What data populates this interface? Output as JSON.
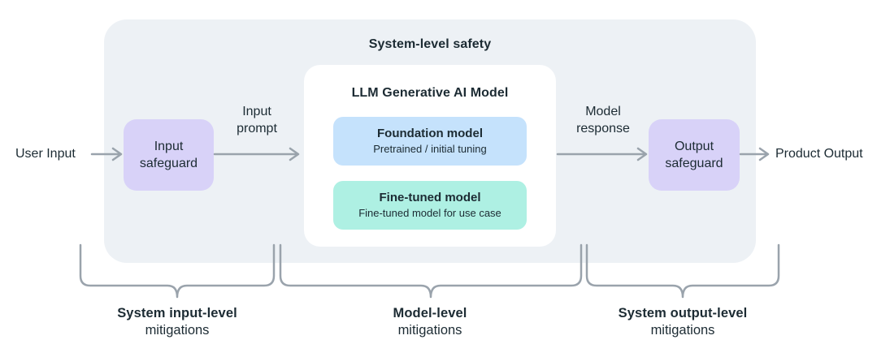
{
  "colors": {
    "canvas_bg": "#ffffff",
    "system_container_bg": "#edf1f5",
    "model_container_bg": "#ffffff",
    "safeguard_bg": "#d8d2f8",
    "foundation_bg": "#c5e2fc",
    "fine_tuned_bg": "#aef0e3",
    "text_dark": "#1c2b33",
    "connector_gray": "#9aa3ac"
  },
  "system_container": {
    "title": "System-level safety"
  },
  "model_container": {
    "title": "LLM Generative AI Model",
    "models": [
      {
        "name": "Foundation model",
        "description": "Pretrained / initial tuning"
      },
      {
        "name": "Fine-tuned model",
        "description": "Fine-tuned model for use case"
      }
    ]
  },
  "safeguards": [
    {
      "lines": [
        "Input",
        "safeguard"
      ]
    },
    {
      "lines": [
        "Output",
        "safeguard"
      ]
    }
  ],
  "terminals": {
    "input": "User Input",
    "output": "Product Output"
  },
  "flow_labels": [
    {
      "lines": [
        "Input",
        "prompt"
      ]
    },
    {
      "lines": [
        "Model",
        "response"
      ]
    }
  ],
  "mitigations": [
    {
      "scope": "System input-level",
      "type": "mitigations"
    },
    {
      "scope": "Model-level",
      "type": "mitigations"
    },
    {
      "scope": "System output-level",
      "type": "mitigations"
    }
  ]
}
